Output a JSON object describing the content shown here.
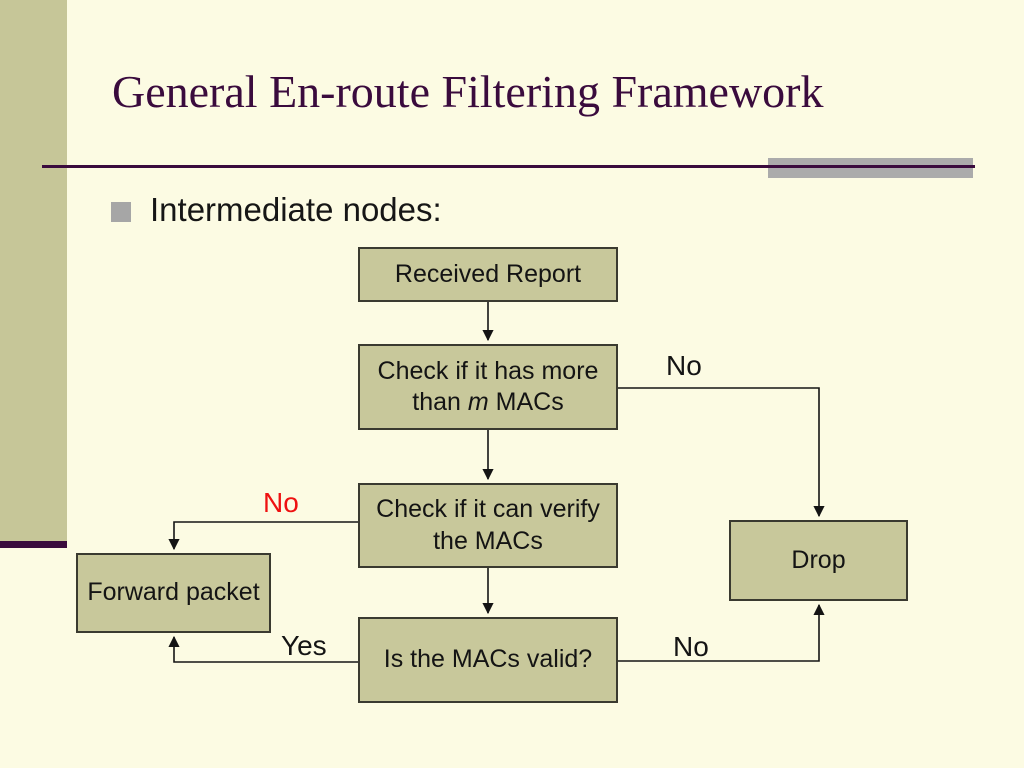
{
  "slide": {
    "title": "General En-route Filtering Framework",
    "bullet": "Intermediate nodes:",
    "colors": {
      "background": "#FCFBE3",
      "bar": "#C6C698",
      "box_fill": "#C8C89B",
      "title": "#3A0B3D",
      "accent_gray": "#ABABAB",
      "bullet_gray": "#A6A6A6",
      "label_red": "#EE1111"
    },
    "flowchart": {
      "nodes": {
        "received": {
          "label": "Received Report"
        },
        "check_macs": {
          "line1": "Check if it has more",
          "line2_pre": "than ",
          "line2_var": "m",
          "line2_post": " MACs"
        },
        "check_verify": {
          "line1": "Check if it can verify",
          "line2": "the MACs"
        },
        "valid": {
          "label": "Is the MACs valid?"
        },
        "forward": {
          "label": "Forward packet"
        },
        "drop": {
          "label": "Drop"
        }
      },
      "edge_labels": {
        "no_top": "No",
        "no_red": "No",
        "yes": "Yes",
        "no_bottom": "No"
      }
    }
  }
}
